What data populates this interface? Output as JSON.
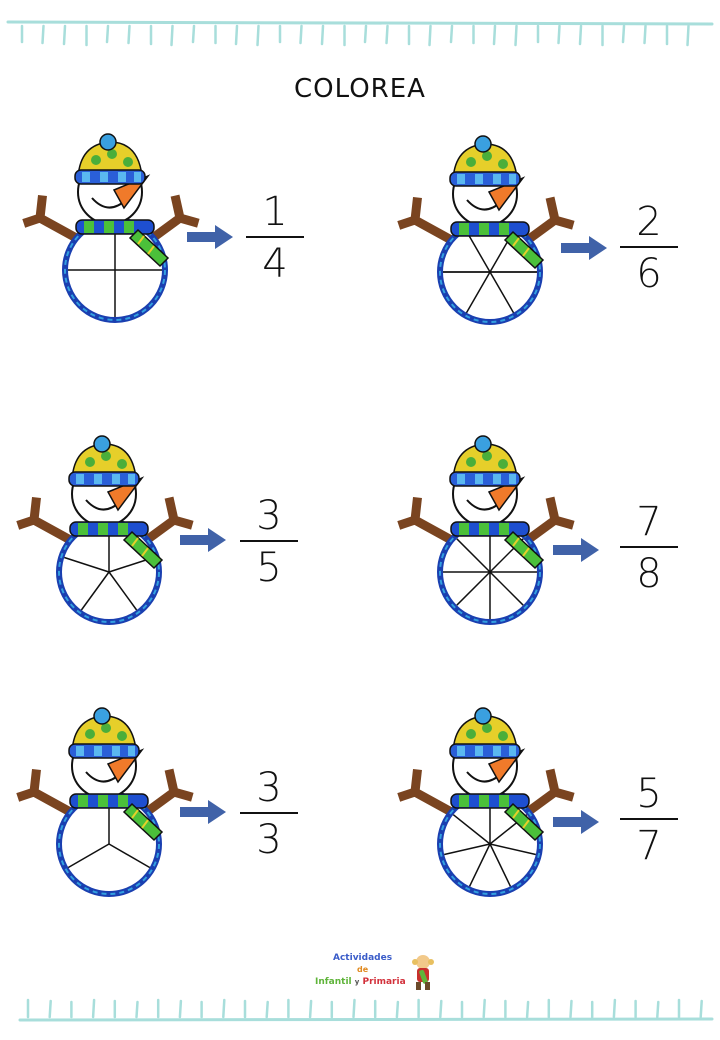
{
  "page": {
    "title": "COLOREA",
    "border_color": "#a8dedb",
    "arrow_color": "#4062a8"
  },
  "items": [
    {
      "id": "1",
      "numerator": "1",
      "denominator": "4",
      "parts": 4
    },
    {
      "id": "2",
      "numerator": "2",
      "denominator": "6",
      "parts": 6
    },
    {
      "id": "3",
      "numerator": "3",
      "denominator": "5",
      "parts": 5
    },
    {
      "id": "4",
      "numerator": "7",
      "denominator": "8",
      "parts": 8
    },
    {
      "id": "5",
      "numerator": "3",
      "denominator": "3",
      "parts": 3
    },
    {
      "id": "6",
      "numerator": "5",
      "denominator": "7",
      "parts": 7
    }
  ],
  "logo": {
    "line1": "Actividades",
    "line2": "de",
    "line3a": "Infantil",
    "line3b": "y",
    "line3c": "Primaria"
  }
}
